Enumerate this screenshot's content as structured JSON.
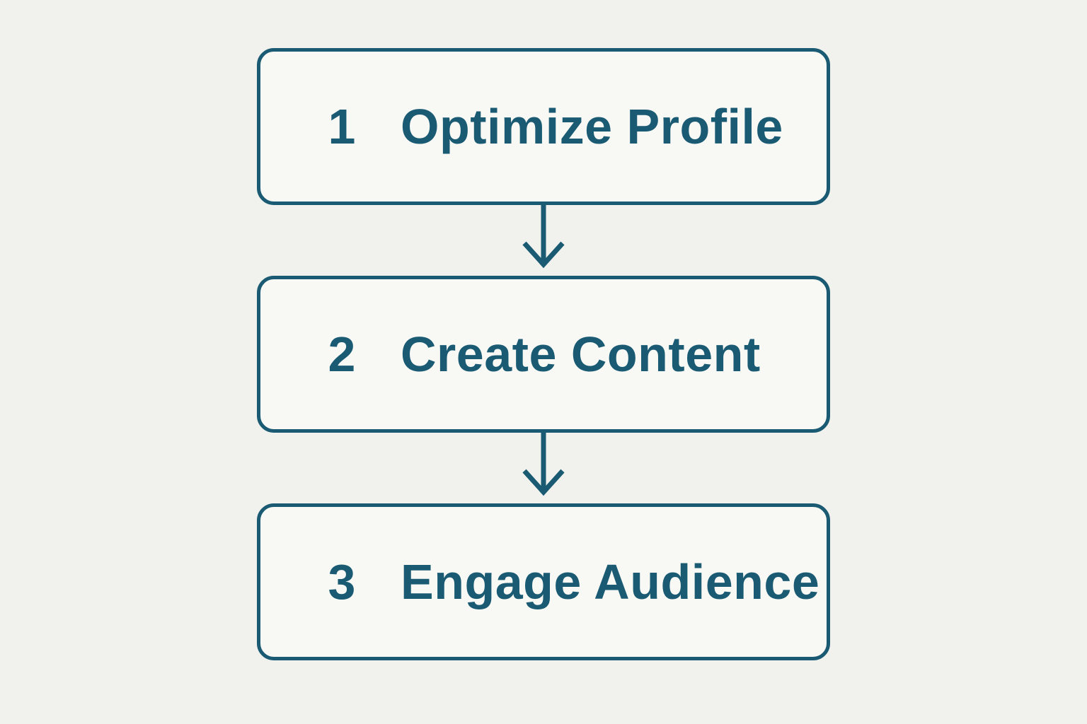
{
  "diagram": {
    "type": "flowchart-vertical",
    "background_color": "#f1f2ed",
    "box_background": "#f8f9f5",
    "accent_color": "#1a5b73",
    "connector": "arrow-down",
    "steps": [
      {
        "number": "1",
        "label": "Optimize Profile"
      },
      {
        "number": "2",
        "label": "Create Content"
      },
      {
        "number": "3",
        "label": "Engage Audience"
      }
    ]
  }
}
